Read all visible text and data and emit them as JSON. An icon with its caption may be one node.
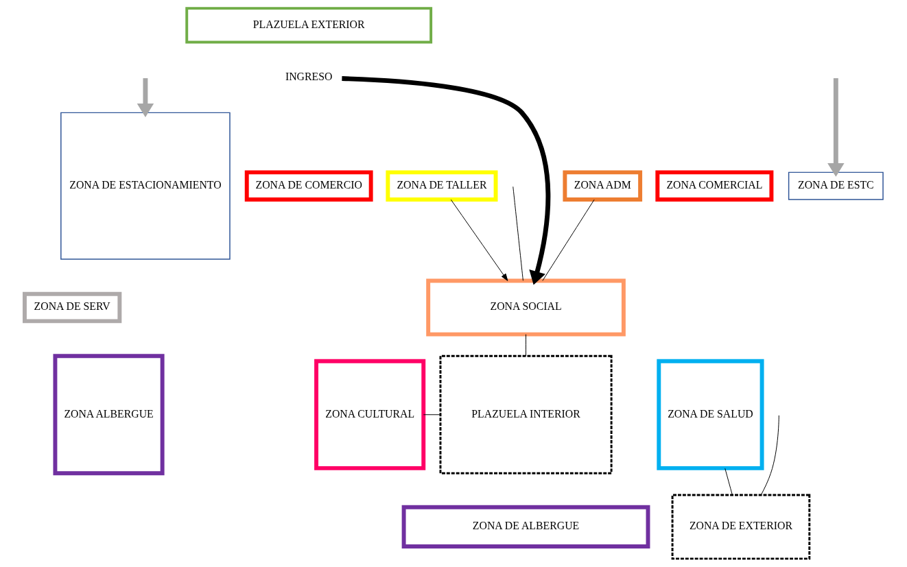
{
  "diagram": {
    "nodes": [
      {
        "text": [
          "PLAZUELA EXTERIOR"
        ]
      },
      {
        "text": [
          "INGRESO"
        ]
      },
      {
        "text": [
          "ZONA DE COMERCIO"
        ]
      },
      {
        "text": [
          "ZONA COMERCIAL"
        ]
      },
      {
        "text": [
          "ZONA ADM"
        ]
      },
      {
        "text": [
          "ZONA DE TALLER"
        ]
      },
      {
        "text": [
          "ZONA DE ESTC"
        ]
      },
      {
        "text": [
          "ZONA DE ESTACIONAMIENTO"
        ]
      },
      {
        "text": [
          "ZONA SOCIAL"
        ]
      },
      {
        "text": [
          "ZONA DE SERV"
        ]
      },
      {
        "text": [
          "ZONA DE SALUD"
        ]
      },
      {
        "text": [
          "ZONA CULTURAL"
        ]
      },
      {
        "text": [
          "PLAZUELA INTERIOR"
        ]
      },
      {
        "text": [
          "ZONA ALBERGUE"
        ]
      },
      {
        "text": [
          "ZONA DE EXTERIOR"
        ]
      },
      {
        "text": [
          "ZONA DE ALBERGUE"
        ]
      }
    ],
    "edges": [
      {
        "from": null,
        "to": 6,
        "arrow": "to",
        "style": "thick",
        "color": "#a6a6a6"
      },
      {
        "from": null,
        "to": 7,
        "arrow": "to",
        "style": "thick",
        "color": "#a6a6a6"
      },
      {
        "from": 1,
        "to": 8,
        "arrow": "to",
        "style": "thick"
      },
      {
        "from": 4,
        "to": 8,
        "arrow": "none"
      },
      {
        "from": 5,
        "to": 8,
        "arrow": "to"
      },
      {
        "from": null,
        "to": 8,
        "arrow": "none"
      },
      {
        "from": null,
        "to": 14,
        "arrow": "none"
      },
      {
        "from": 11,
        "to": 12,
        "arrow": "none"
      },
      {
        "from": 8,
        "to": 12,
        "arrow": "none"
      },
      {
        "from": 10,
        "to": 14,
        "arrow": "none"
      }
    ]
  }
}
